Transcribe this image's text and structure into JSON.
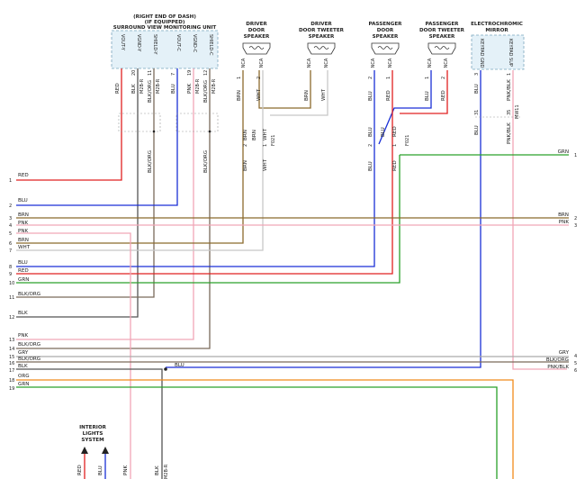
{
  "units": {
    "svm": {
      "title_lines": [
        "(RIGHT END OF DASH)",
        "(IF EQUIPPED)",
        "SURROUND VIEW MONITORING UNIT"
      ],
      "pins": [
        {
          "num": "",
          "name": "VOUT-Y"
        },
        {
          "num": "",
          "name": "VGND-Y"
        },
        {
          "num": "",
          "name": "SHIELD-Y"
        },
        {
          "num": "",
          "name": "VOUT-C"
        },
        {
          "num": "",
          "name": "VGND-C"
        },
        {
          "num": "",
          "name": "SHIELD-C"
        }
      ]
    },
    "driver_door": {
      "title_lines": [
        "DRIVER",
        "DOOR",
        "SPEAKER"
      ],
      "pins": [
        "NCA",
        "NCA"
      ]
    },
    "driver_tweeter": {
      "title_lines": [
        "DRIVER",
        "DOOR TWEETER",
        "SPEAKER"
      ],
      "pins": [
        "NCA",
        "NCA"
      ]
    },
    "pass_door": {
      "title_lines": [
        "PASSENGER",
        "DOOR",
        "SPEAKER"
      ],
      "pins": [
        "NCA",
        "NCA"
      ]
    },
    "pass_tweeter": {
      "title_lines": [
        "PASSENGER",
        "DOOR TWEETER",
        "SPEAKER"
      ],
      "pins": [
        "NCA",
        "NCA"
      ]
    },
    "mirror": {
      "title_lines": [
        "ELECTROCHROMIC",
        "MIRROR"
      ],
      "pins": [
        "KEYPAD GND",
        "KEYPAD SUP"
      ]
    }
  },
  "wires_top": [
    {
      "label": "RED",
      "pin": "",
      "conn": ""
    },
    {
      "label": "BLK",
      "pin": "20",
      "conn": "M2B-R"
    },
    {
      "label": "BLK/ORG",
      "pin": "11",
      "conn": "M2B-R"
    },
    {
      "label": "BLU",
      "pin": "7",
      "conn": ""
    },
    {
      "label": "PNK",
      "pin": "19",
      "conn": "M2B-R"
    },
    {
      "label": "BLK/ORG",
      "pin": "12",
      "conn": "M2B-R"
    },
    {
      "label": "BRN",
      "pin": "1",
      "conn": ""
    },
    {
      "label": "WHT",
      "pin": "2",
      "conn": ""
    },
    {
      "label": "BLU",
      "pin": "2",
      "conn": ""
    },
    {
      "label": "RED",
      "pin": "1",
      "conn": ""
    },
    {
      "label": "BLU",
      "pin": "1",
      "conn": ""
    },
    {
      "label": "RED",
      "pin": "2",
      "conn": ""
    },
    {
      "label": "BLU",
      "pin": "3",
      "conn": ""
    },
    {
      "label": "PNK/BLK",
      "pin": "1",
      "conn": ""
    }
  ],
  "junctions": [
    {
      "label": "BRN",
      "pin": "2",
      "conn": ""
    },
    {
      "label": "WHT",
      "pin": "1",
      "conn": "F021"
    },
    {
      "label": "BLU",
      "pin": "2",
      "conn": ""
    },
    {
      "label": "RED",
      "pin": "1",
      "conn": "F021"
    },
    {
      "label": "BLU",
      "pin": "31",
      "conn": ""
    },
    {
      "label": "PNK/BLK",
      "pin": "35",
      "conn": "MW11"
    }
  ],
  "rows_left": [
    {
      "num": "1",
      "label": "RED",
      "color": "#e02020"
    },
    {
      "num": "2",
      "label": "BLU",
      "color": "#1a2fd6"
    },
    {
      "num": "3",
      "label": "BRN",
      "color": "#8b6a2c"
    },
    {
      "num": "4",
      "label": "PNK",
      "color": "#f0a6b6"
    },
    {
      "num": "5",
      "label": "PNK",
      "color": "#f0a6b6"
    },
    {
      "num": "6",
      "label": "BRN",
      "color": "#8b6a2c"
    },
    {
      "num": "7",
      "label": "WHT",
      "color": "#c8c8c8"
    },
    {
      "num": "8",
      "label": "BLU",
      "color": "#1a2fd6"
    },
    {
      "num": "9",
      "label": "RED",
      "color": "#e02020"
    },
    {
      "num": "10",
      "label": "GRN",
      "color": "#2aa02a"
    },
    {
      "num": "11",
      "label": "BLK/ORG",
      "color": "#7a6a5a"
    },
    {
      "num": "12",
      "label": "BLK",
      "color": "#555555"
    },
    {
      "num": "13",
      "label": "PNK",
      "color": "#f0a6b6"
    },
    {
      "num": "14",
      "label": "BLK/ORG",
      "color": "#7a6a5a"
    },
    {
      "num": "15",
      "label": "GRY",
      "color": "#aaaaaa"
    },
    {
      "num": "16",
      "label": "BLK/ORG",
      "color": "#7a6a5a"
    },
    {
      "num": "17",
      "label": "BLK",
      "color": "#555555"
    },
    {
      "num": "18",
      "label": "ORG",
      "color": "#f08a1a"
    },
    {
      "num": "19",
      "label": "GRN",
      "color": "#2aa02a"
    }
  ],
  "rows_right": [
    {
      "num": "1",
      "label": "GRN"
    },
    {
      "num": "2",
      "label": "BRN"
    },
    {
      "num": "3",
      "label": "PNK"
    },
    {
      "num": "4",
      "label": "GRY"
    },
    {
      "num": "5",
      "label": "BLK/ORG"
    },
    {
      "num": "6",
      "label": "PNK/BLK"
    }
  ],
  "mid_label": "BLU",
  "bottom": {
    "title_lines": [
      "INTERIOR",
      "LIGHTS",
      "SYSTEM"
    ],
    "wires": [
      "RED",
      "BLU",
      "PNK",
      "BLK"
    ],
    "extra": [
      "M2B-R"
    ]
  },
  "colors": {
    "red": "#e02020",
    "blue": "#1a2fd6",
    "brown": "#8b6a2c",
    "pink": "#f0a6b6",
    "white": "#c8c8c8",
    "green": "#2aa02a",
    "black_orange": "#7a6a5a",
    "black": "#555555",
    "gray": "#aaaaaa",
    "orange": "#f08a1a",
    "unit_fill": "#e4f1f8",
    "unit_border": "#7aa6bd"
  }
}
